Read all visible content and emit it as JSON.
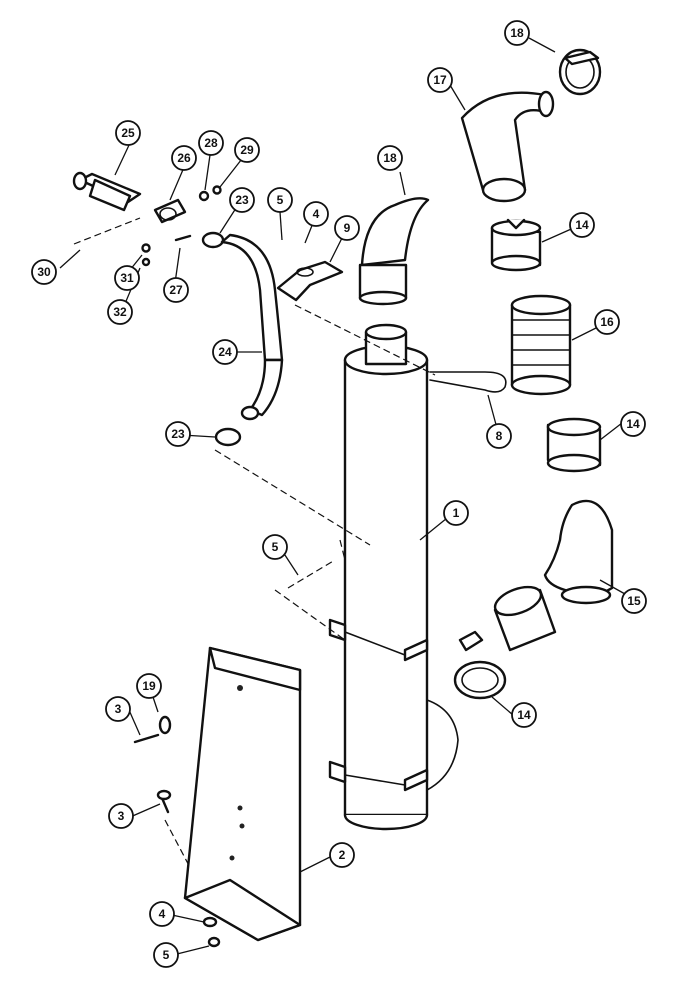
{
  "callouts": [
    {
      "id": "c18a",
      "label": "18"
    },
    {
      "id": "c17",
      "label": "17"
    },
    {
      "id": "c18b",
      "label": "18"
    },
    {
      "id": "c25",
      "label": "25"
    },
    {
      "id": "c28",
      "label": "28"
    },
    {
      "id": "c29",
      "label": "29"
    },
    {
      "id": "c26",
      "label": "26"
    },
    {
      "id": "c23a",
      "label": "23"
    },
    {
      "id": "c5a",
      "label": "5"
    },
    {
      "id": "c4a",
      "label": "4"
    },
    {
      "id": "c9",
      "label": "9"
    },
    {
      "id": "c14a",
      "label": "14"
    },
    {
      "id": "c30",
      "label": "30"
    },
    {
      "id": "c31",
      "label": "31"
    },
    {
      "id": "c27",
      "label": "27"
    },
    {
      "id": "c32",
      "label": "32"
    },
    {
      "id": "c16",
      "label": "16"
    },
    {
      "id": "c24",
      "label": "24"
    },
    {
      "id": "c8",
      "label": "8"
    },
    {
      "id": "c23b",
      "label": "23"
    },
    {
      "id": "c14b",
      "label": "14"
    },
    {
      "id": "c1",
      "label": "1"
    },
    {
      "id": "c5b",
      "label": "5"
    },
    {
      "id": "c15",
      "label": "15"
    },
    {
      "id": "c19",
      "label": "19"
    },
    {
      "id": "c3a",
      "label": "3"
    },
    {
      "id": "c14c",
      "label": "14"
    },
    {
      "id": "c3b",
      "label": "3"
    },
    {
      "id": "c2",
      "label": "2"
    },
    {
      "id": "c4b",
      "label": "4"
    },
    {
      "id": "c5c",
      "label": "5"
    }
  ]
}
